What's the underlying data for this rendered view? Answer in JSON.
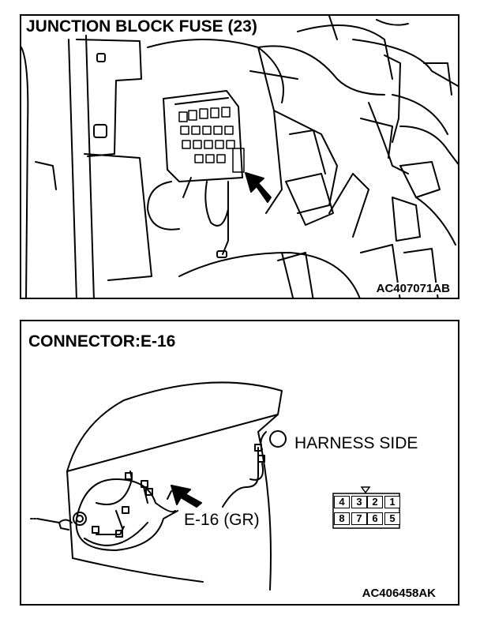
{
  "top_panel": {
    "title": "JUNCTION BLOCK FUSE (23)",
    "code": "AC407071AB"
  },
  "bottom_panel": {
    "title": "CONNECTOR:E-16",
    "harness_label": "HARNESS SIDE",
    "connector_label": "E-16 (GR)",
    "code": "AC406458AK",
    "connector_pins": {
      "top_row": [
        "4",
        "3",
        "2",
        "1"
      ],
      "bottom_row": [
        "8",
        "7",
        "6",
        "5"
      ]
    }
  },
  "colors": {
    "line": "#000000",
    "background": "#ffffff"
  }
}
